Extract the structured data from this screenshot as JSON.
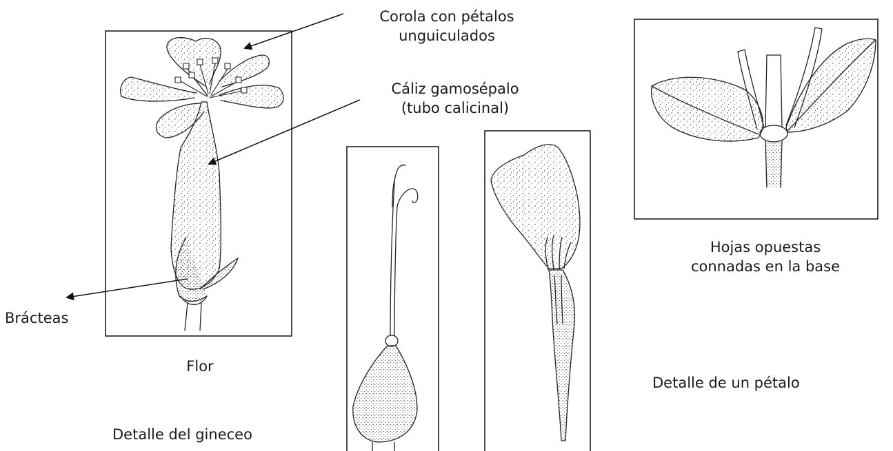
{
  "labels": {
    "corola_line1": "Corola con pétalos",
    "corola_line2": "unguiculados",
    "caliz_line1": "Cáliz gamosépalo",
    "caliz_line2": "(tubo calicinal)",
    "bracteas": "Brácteas",
    "flor": "Flor",
    "gineceo": "Detalle del gineceo",
    "petalo": "Detalle de un pétalo",
    "hojas_line1": "Hojas opuestas",
    "hojas_line2": "connadas en la base"
  },
  "colors": {
    "ink": "#1a1a1a",
    "background": "#ffffff"
  }
}
